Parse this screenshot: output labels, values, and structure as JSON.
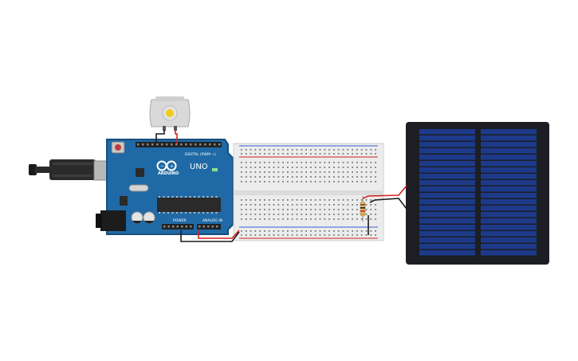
{
  "arduino": {
    "logo_text": "ARDUINO",
    "model": "UNO",
    "digital_label": "DIGITAL (PWM ~)",
    "power_label": "POWER",
    "analog_label": "ANALOG IN",
    "board_color": "#1f6aa6",
    "board_edge_color": "#164f7e"
  },
  "colors": {
    "wire_red": "#d32121",
    "wire_black": "#1c1c1c",
    "solar_frame": "#1c1e24",
    "solar_cell": "#1d3a8a",
    "breadboard": "#ececec",
    "motor_body": "#d9d9d9",
    "motor_shaft": "#f2cc1c"
  },
  "icons": {
    "usb": "usb-cable-icon",
    "motor": "dc-motor-icon",
    "resistor": "resistor-icon",
    "solar": "solar-panel-icon"
  }
}
